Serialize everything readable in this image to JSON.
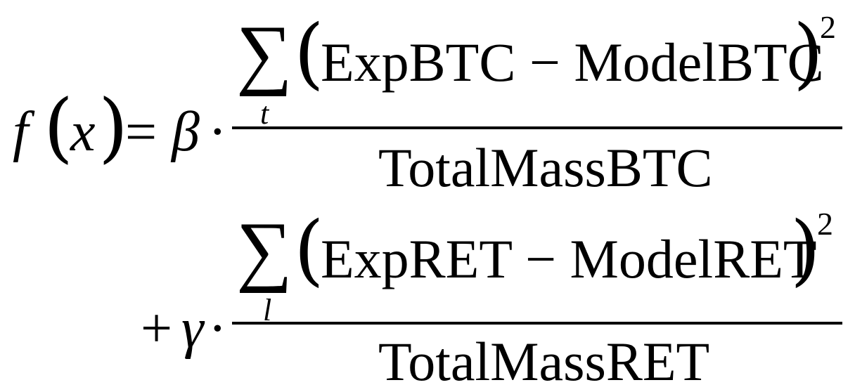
{
  "equation": {
    "lhs_func": "f",
    "lhs_open": "(",
    "lhs_var": "x",
    "lhs_close": ")",
    "equals": "=",
    "coef1": "β",
    "dot1": "·",
    "sum_symbol": "∑",
    "sum1_index": "t",
    "paren_open": "(",
    "num1_text": "ExpBTC − ModelBTC",
    "paren_close": ")",
    "exponent1": "2",
    "den1_text": "TotalMassBTC",
    "plus": "+",
    "coef2": "γ",
    "dot2": "·",
    "sum2_index": "l",
    "num2_text": "ExpRET − ModelRET",
    "exponent2": "2",
    "den2_text": "TotalMassRET"
  }
}
